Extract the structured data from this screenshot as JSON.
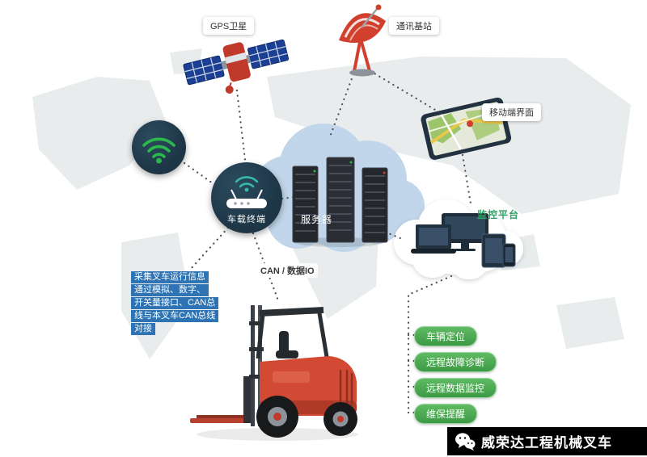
{
  "nodes": {
    "gps_label": "GPS卫星",
    "station_label": "通讯基站",
    "mobile_label": "移动端界面",
    "terminal_label": "车载终端",
    "server_label": "服务器",
    "platform_label": "监控平台",
    "can_label": "CAN / 数据IO"
  },
  "info_block": {
    "lines": [
      "采集叉车运行信息",
      "通过模拟、数字、",
      "开关量接口、CAN总",
      "线与本叉车CAN总线",
      "对接"
    ]
  },
  "features": [
    {
      "label": "车辆定位"
    },
    {
      "label": "远程故障诊断"
    },
    {
      "label": "远程数据监控"
    },
    {
      "label": "维保提醒"
    }
  ],
  "footer": {
    "brand": "威荣达工程机械叉车"
  },
  "colors": {
    "cloud_blue": "#c1d6ea",
    "node_dark": "#1d3545",
    "wifi_green": "#2db84d",
    "terminal_teal": "#37b9a4",
    "info_blue": "#2e74b5",
    "feature_green": "#3c9a46",
    "platform_green": "#2fa065",
    "forklift_red": "#d24a33",
    "banner_black": "#000000"
  }
}
